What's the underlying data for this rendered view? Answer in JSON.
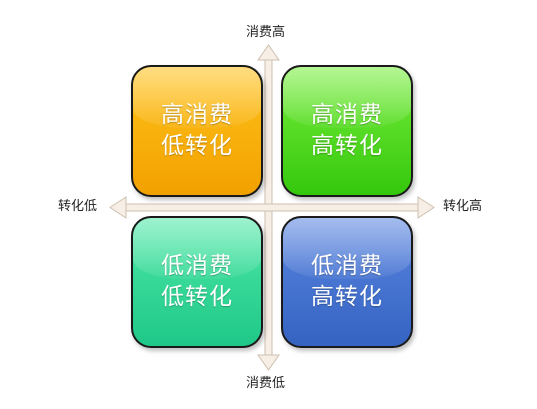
{
  "axes": {
    "top": "消费高",
    "bottom": "消费低",
    "left": "转化低",
    "right": "转化高"
  },
  "quadrants": {
    "top_left": {
      "line1": "高消费",
      "line2": "低转化",
      "color": "#fbb40d"
    },
    "top_right": {
      "line1": "高消费",
      "line2": "高转化",
      "color": "#52dc24"
    },
    "bottom_left": {
      "line1": "低消费",
      "line2": "低转化",
      "color": "#33d898"
    },
    "bottom_right": {
      "line1": "低消费",
      "line2": "高转化",
      "color": "#4674d0"
    }
  },
  "colors": {
    "arrow_fill": "#f7efe6",
    "arrow_stroke": "#cdbfb0"
  }
}
